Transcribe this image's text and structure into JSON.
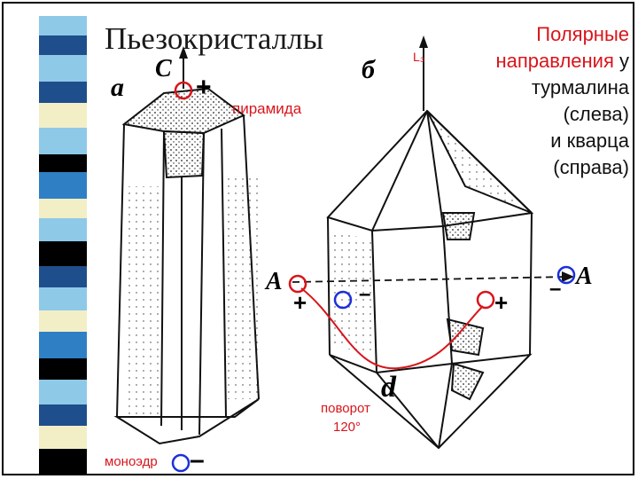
{
  "slide": {
    "title": "Пьезокристаллы",
    "right_text": {
      "line1": "Полярные",
      "line2_red": "направления",
      "line2_black": " у",
      "line3": "турмалина",
      "line4": "(слева)",
      "line5": "и кварца",
      "line6": "(справа)"
    }
  },
  "labels": {
    "a": "а",
    "b": "б",
    "c_axis": "C",
    "c_plus": "+",
    "pyramid": "пирамида",
    "l3": "L₃",
    "a_left": "A",
    "a_right": "A",
    "left_plus": "+",
    "left_minus": "–",
    "right_plus": "+",
    "right_minus": "–",
    "rotation_line1": "поворот",
    "rotation_line2": "120°",
    "monohedron": "моноэдр",
    "bottom_minus": "–",
    "bottom_d": "d"
  },
  "colors": {
    "accent_red": "#d8151b",
    "accent_blue": "#1b2fd8",
    "strip_dark": "#1f4e8c",
    "strip_light": "#8fc9e8",
    "strip_cream": "#f2efc6",
    "strip_black": "#000000"
  }
}
